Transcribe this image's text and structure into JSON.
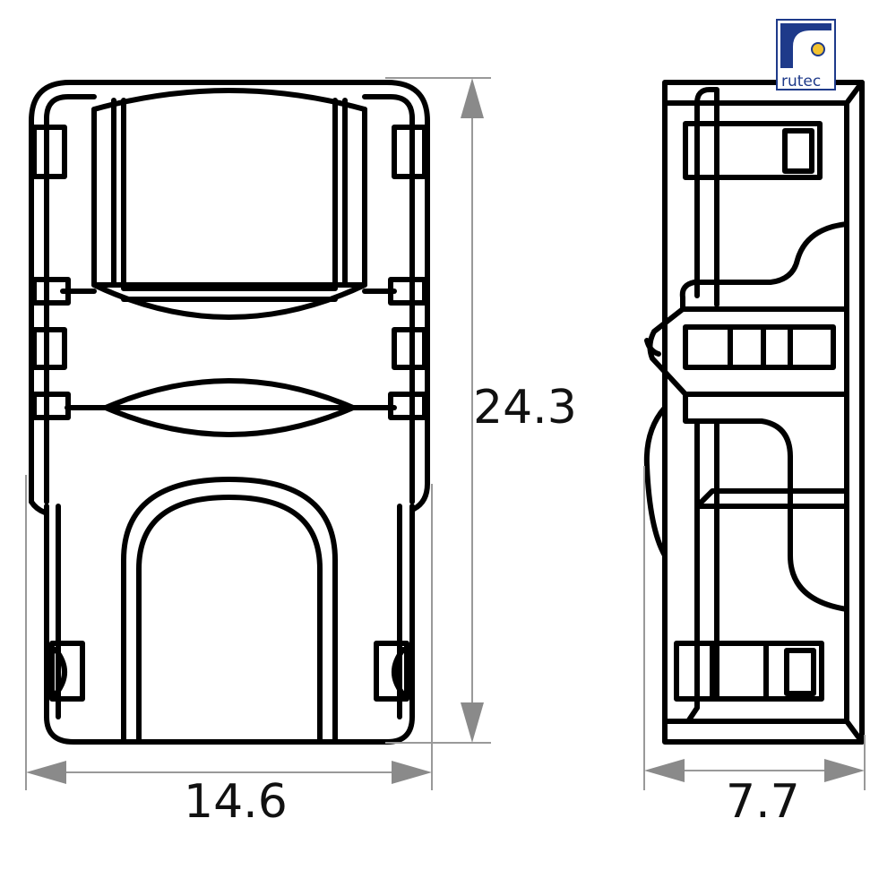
{
  "logo": {
    "text": "rutec",
    "brand_color": "#1e3a8a",
    "accent_color": "#f2c230"
  },
  "dimensions": {
    "width": "14.6",
    "height": "24.3",
    "depth": "7.7"
  },
  "colors": {
    "line": "#000000",
    "dimension_line": "#999999",
    "arrow": "#8a8a8a"
  }
}
